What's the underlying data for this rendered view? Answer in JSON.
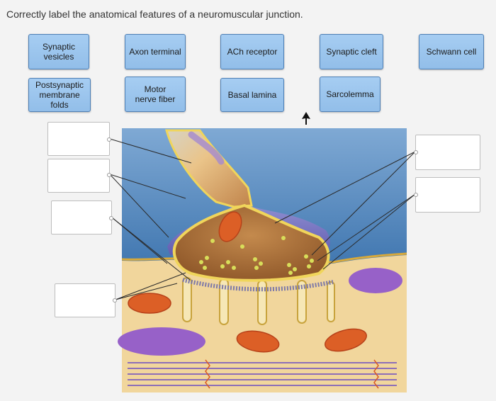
{
  "prompt": "Correctly label the anatomical features of a neuromuscular junction.",
  "labels": [
    {
      "id": "synaptic-vesicles",
      "text": "Synaptic vesicles"
    },
    {
      "id": "axon-terminal",
      "text": "Axon terminal"
    },
    {
      "id": "ach-receptor",
      "text": "ACh receptor"
    },
    {
      "id": "synaptic-cleft",
      "text": "Synaptic cleft"
    },
    {
      "id": "schwann-cell",
      "text": "Schwann cell"
    },
    {
      "id": "postsynaptic-membrane-folds",
      "text": "Postsynaptic membrane folds"
    },
    {
      "id": "motor-nerve-fiber",
      "text": "Motor nerve fiber"
    },
    {
      "id": "basal-lamina",
      "text": "Basal lamina"
    },
    {
      "id": "sarcolemma",
      "text": "Sarcolemma"
    }
  ],
  "colors": {
    "chip": "#9cc6ee",
    "chip_border": "#4d7fb5",
    "sarcoplasm": "#f3d9a0",
    "axon_terminal": "#a86a32",
    "vesicles": "#d6dc5a",
    "mitochondria": "#d95b24",
    "schwann": "#9a62c8",
    "background_blue": "#3f78b2"
  }
}
